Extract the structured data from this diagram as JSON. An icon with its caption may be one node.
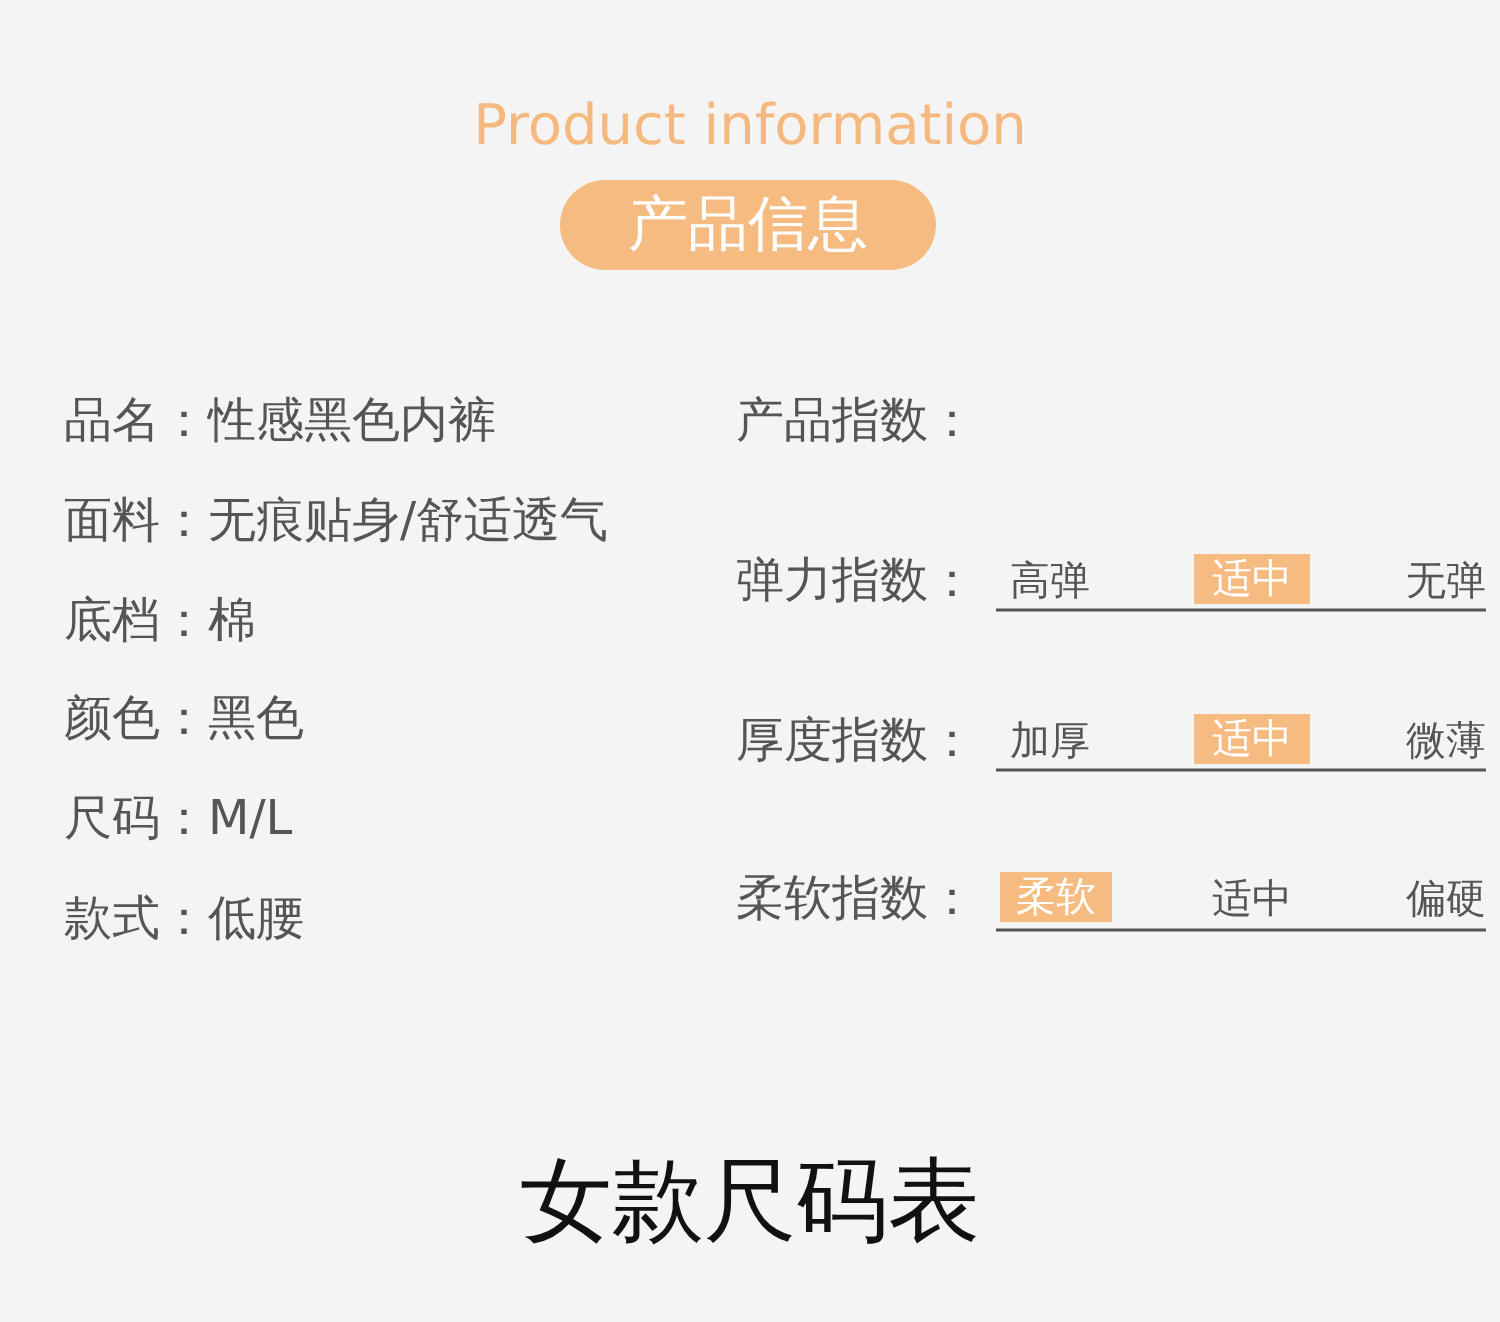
{
  "diagram": {
    "title": "Product information",
    "nodes": [
      {
        "text": [
          "产品信息"
        ]
      },
      {
        "text": [
          "适中"
        ]
      },
      {
        "text": [
          "适中"
        ]
      },
      {
        "text": [
          "柔软"
        ]
      }
    ],
    "labels": [
      "品名：性感黑色内裤",
      "面料：无痕贴身/舒适透气",
      "底档：棉",
      "颜色：黑色",
      "尺码：M/L",
      "款式：低腰",
      "产品指数：",
      "弹力指数：",
      "高弹",
      "无弹",
      "厚度指数：",
      "加厚",
      "微薄",
      "柔软指数：",
      "适中",
      "偏硬",
      "女款尺码表"
    ]
  }
}
